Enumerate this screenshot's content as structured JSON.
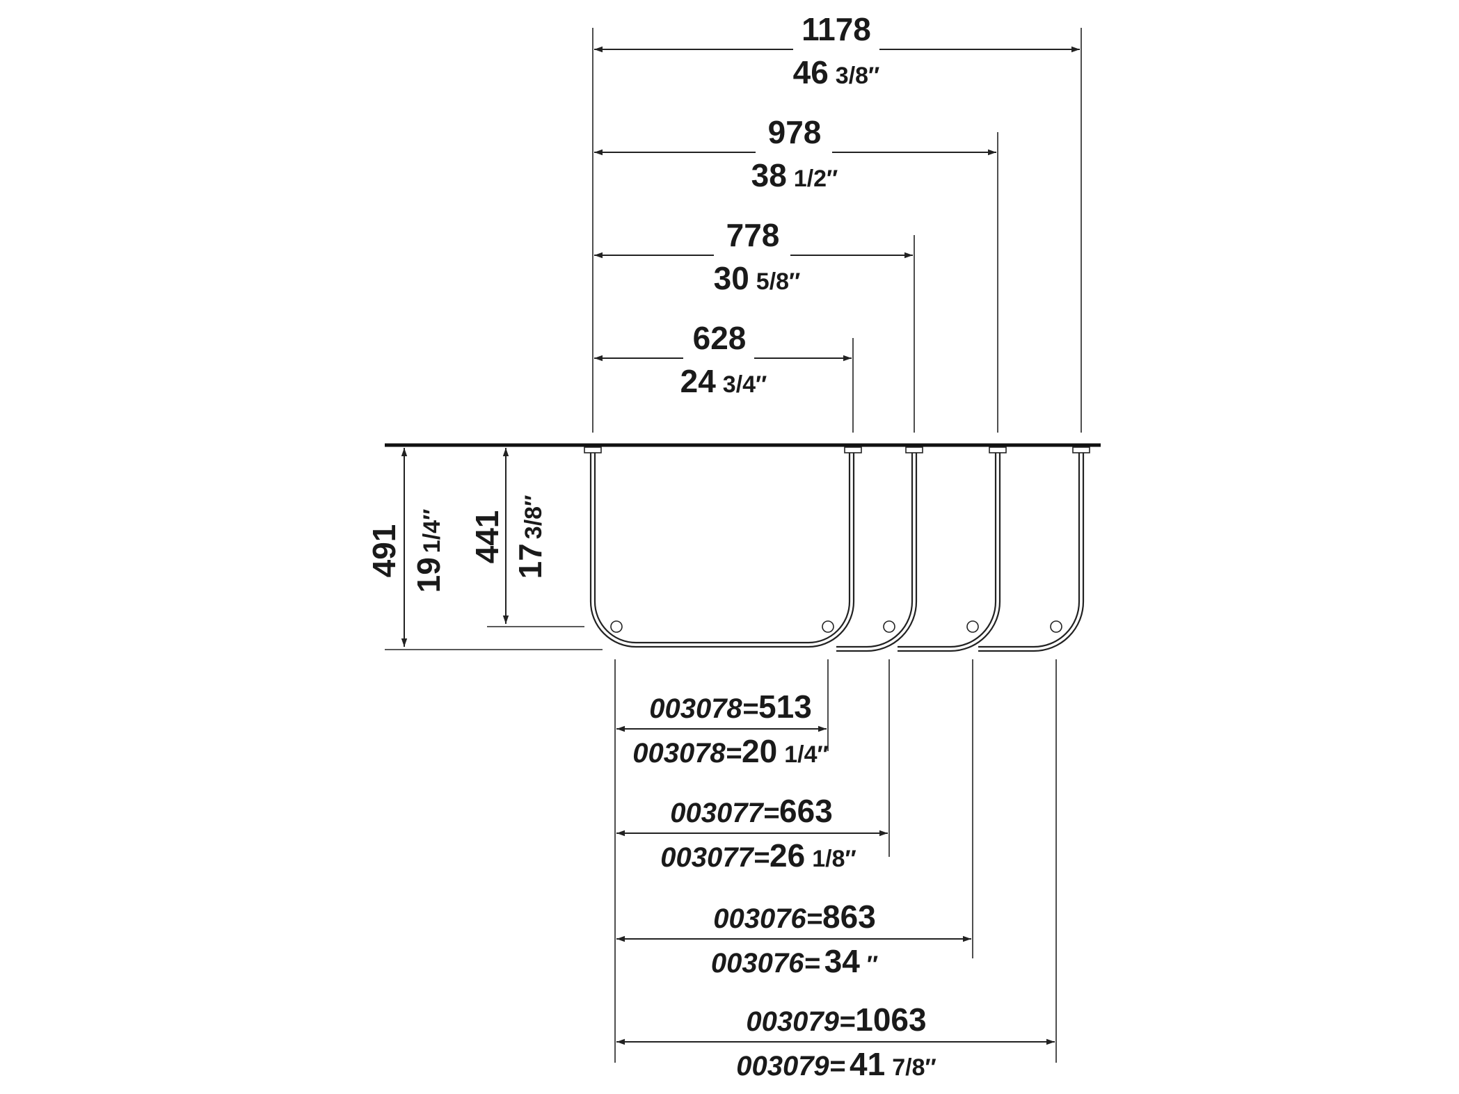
{
  "widths_top": [
    {
      "mm": "1178",
      "inch_whole": "46",
      "inch_frac": "3/8″"
    },
    {
      "mm": "978",
      "inch_whole": "38",
      "inch_frac": "1/2″"
    },
    {
      "mm": "778",
      "inch_whole": "30",
      "inch_frac": "5/8″"
    },
    {
      "mm": "628",
      "inch_whole": "24",
      "inch_frac": "3/4″"
    }
  ],
  "heights": [
    {
      "mm": "491",
      "inch_whole": "19",
      "inch_frac": "1/4″"
    },
    {
      "mm": "441",
      "inch_whole": "17",
      "inch_frac": "3/8″"
    }
  ],
  "variants_bottom": [
    {
      "code": "003078=",
      "mm": "513",
      "inch_whole": "20",
      "inch_frac": "1/4″"
    },
    {
      "code": "003077=",
      "mm": "663",
      "inch_whole": "26",
      "inch_frac": "1/8″"
    },
    {
      "code": "003076=",
      "mm": "863",
      "inch_whole": "34",
      "inch_frac": "″"
    },
    {
      "code": "003079=",
      "mm": "1063",
      "inch_whole": "41",
      "inch_frac": "7/8″"
    }
  ]
}
